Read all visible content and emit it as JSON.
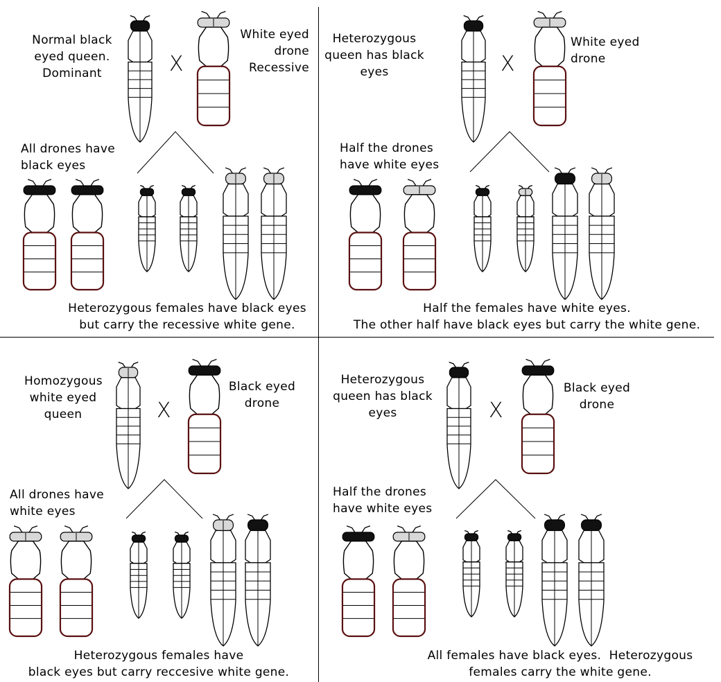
{
  "panels": {
    "top_left": {
      "queen_label": "Normal black\neyed queen.\nDominant",
      "cross_symbol": "X",
      "drone_label": "White eyed\ndrone\nRecessive",
      "drones_caption": "All drones have\nblack eyes",
      "females_caption": "Heterozygous females have black eyes\nbut carry the recessive white gene."
    },
    "top_right": {
      "queen_label": "Heterozygous\nqueen has black\neyes",
      "cross_symbol": "X",
      "drone_label": "White eyed\ndrone",
      "drones_caption": "Half the drones\nhave white eyes",
      "females_caption": "Half the females have white eyes.\nThe other half have black eyes but carry the white gene."
    },
    "bottom_left": {
      "queen_label": "Homozygous\nwhite eyed\nqueen",
      "cross_symbol": "X",
      "drone_label": "Black eyed\ndrone",
      "drones_caption": "All drones have\nwhite eyes",
      "females_caption": "Heterozygous females have\nblack eyes but carry reccesive white gene."
    },
    "bottom_right": {
      "queen_label": "Heterozygous\nqueen has black\neyes",
      "cross_symbol": "X",
      "drone_label": "Black eyed\ndrone",
      "drones_caption": "Half the drones\nhave white eyes",
      "females_caption": "All females have black eyes.  Heterozygous\nfemales carry the white gene."
    }
  },
  "colors": {
    "line": "#000000",
    "eye_black": "#111111",
    "eye_white": "#d8d8d8",
    "body_outline": "#1a0000",
    "abdomen_tint": "#5a1010"
  }
}
